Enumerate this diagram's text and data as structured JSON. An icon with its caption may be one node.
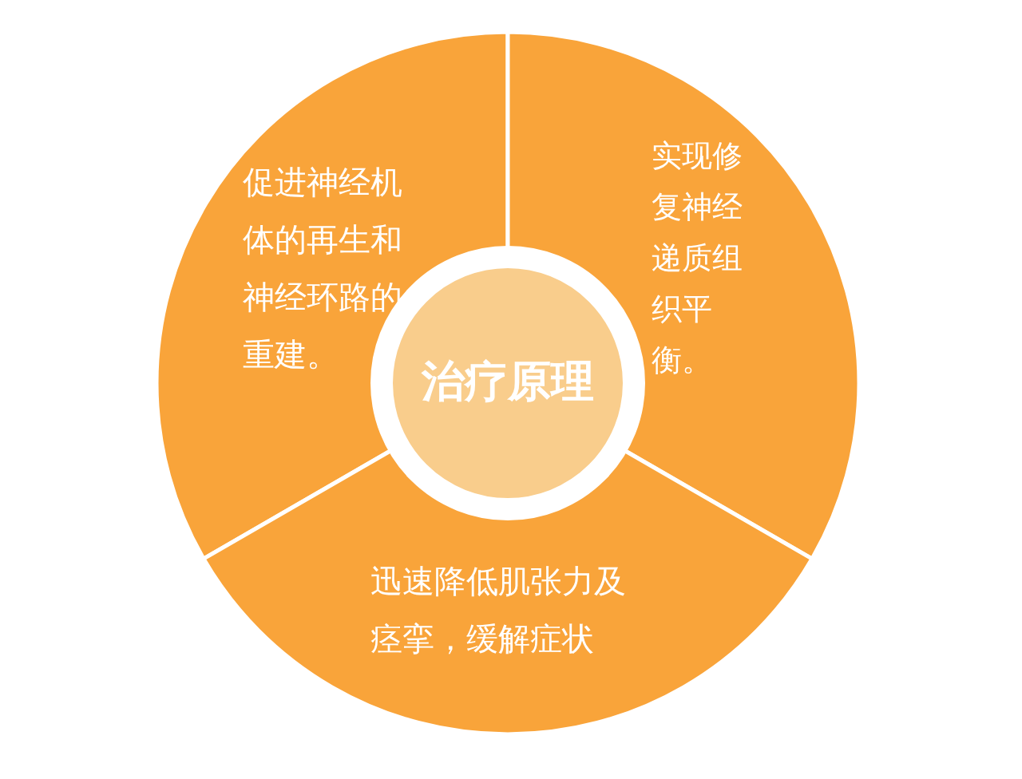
{
  "diagram": {
    "nodes": [
      {
        "text": [
          "治疗原理"
        ]
      },
      {
        "text": [
          "促进神经机体的再生和神经环路的重建。"
        ]
      },
      {
        "text": [
          "实现修复神经递质组织平衡。"
        ]
      },
      {
        "text": [
          "迅速降低肌张力及痉挛，缓解症状"
        ]
      }
    ]
  }
}
